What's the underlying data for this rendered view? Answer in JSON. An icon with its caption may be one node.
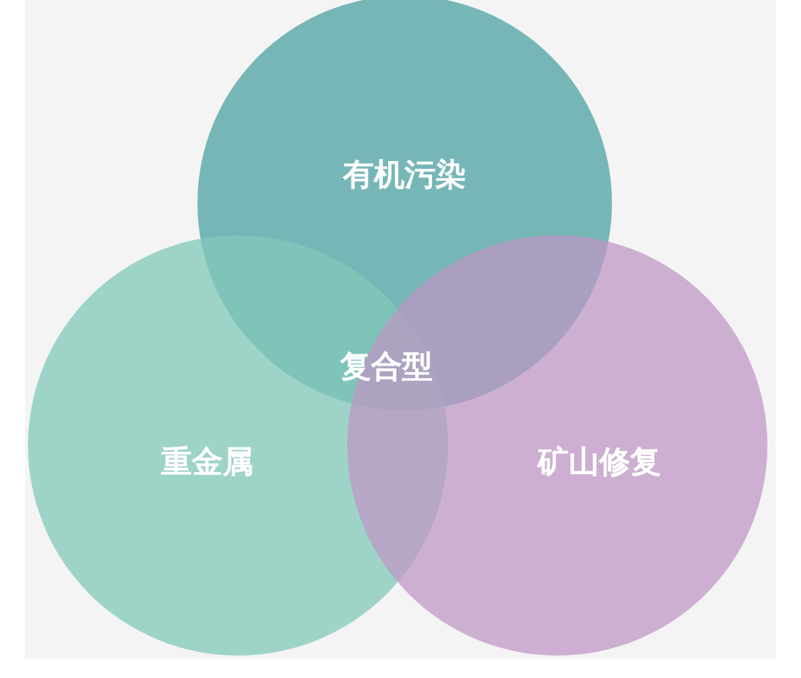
{
  "diagram": {
    "nodes": [
      {
        "text": [
          "有机污染"
        ]
      },
      {
        "text": [
          "重金属"
        ]
      },
      {
        "text": [
          "矿山修复"
        ]
      }
    ],
    "labels": [
      "复合型"
    ]
  }
}
